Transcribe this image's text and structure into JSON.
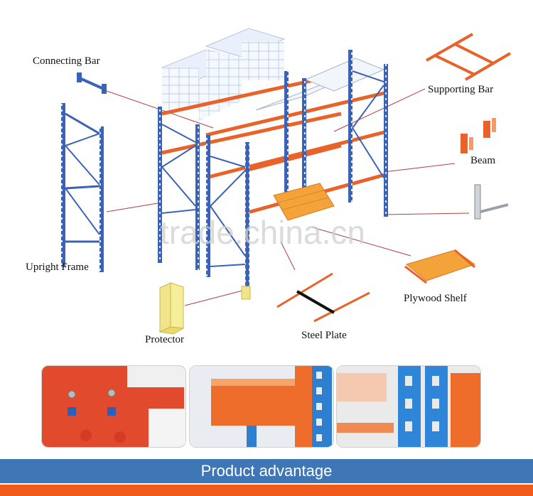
{
  "labels": {
    "connecting_bar": "Connecting Bar",
    "supporting_bar": "Supporting Bar",
    "beam": "Beam",
    "upright_frame": "Upright Frame",
    "plywood_shelf": "Plywood Shelf",
    "protector": "Protector",
    "steel_plate": "Steel Plate"
  },
  "watermark": "trade.china.cn",
  "banner": {
    "title": "Product advantage"
  },
  "colors": {
    "upright_blue": "#3a63b8",
    "beam_orange": "#e8622a",
    "banner_blue": "#3f76b6",
    "accent_orange": "#f05a1a",
    "protector_yellow": "#f1e48a"
  },
  "thumbnails": [
    {
      "subject": "beam-connector-closeup"
    },
    {
      "subject": "beam-upright-joint"
    },
    {
      "subject": "upright-holes-closeup"
    }
  ]
}
